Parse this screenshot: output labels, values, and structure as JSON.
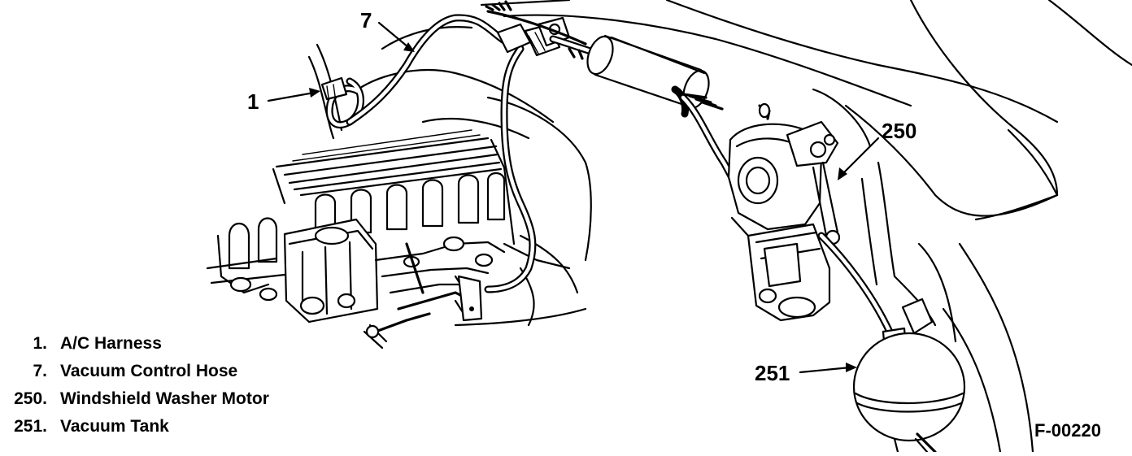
{
  "callouts": {
    "c1": "1",
    "c7": "7",
    "c250": "250",
    "c251": "251"
  },
  "legend": [
    {
      "num": "1.",
      "label": "A/C Harness"
    },
    {
      "num": "7.",
      "label": "Vacuum Control Hose"
    },
    {
      "num": "250.",
      "label": "Windshield Washer Motor"
    },
    {
      "num": "251.",
      "label": "Vacuum Tank"
    }
  ],
  "figure_id": "F-00220"
}
